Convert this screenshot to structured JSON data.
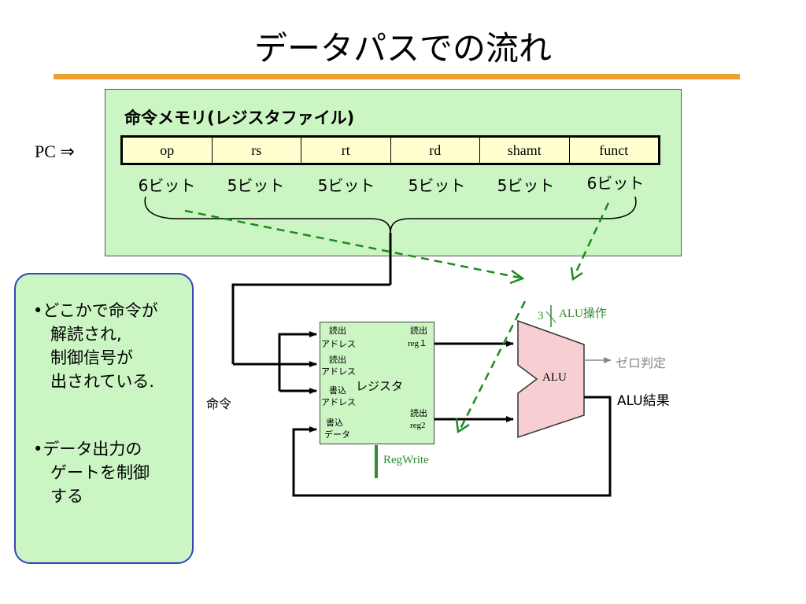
{
  "title": "データパスでの流れ",
  "memory": {
    "title": "命令メモリ(レジスタファイル)",
    "pc_label": "PC ⇒",
    "fields": [
      "op",
      "rs",
      "rt",
      "rd",
      "shamt",
      "funct"
    ],
    "bits": [
      "6ビット",
      "5ビット",
      "5ビット",
      "5ビット",
      "5ビット",
      "6ビット"
    ]
  },
  "notes": {
    "item1": [
      "•どこかで命令が",
      "解読され,",
      "制御信号が",
      "出されている."
    ],
    "item2": [
      "•データ出力の",
      "ゲートを制御",
      "する"
    ]
  },
  "datapath": {
    "instr_label": "命令",
    "register": {
      "read_addr1": [
        "読出",
        "アドレス"
      ],
      "read_addr2": [
        "読出",
        "アドレス"
      ],
      "write_addr": [
        "書込",
        "アドレス"
      ],
      "write_data": [
        "書込",
        "データ"
      ],
      "center_label": "レジスタ",
      "read_data1": [
        "読出",
        "reg１"
      ],
      "read_data2": [
        "読出",
        "reg2"
      ]
    },
    "regwrite_label": "RegWrite",
    "alu_label": "ALU",
    "alu_op_bits": "3",
    "alu_op_label": "ALU操作",
    "zero_label": "ゼロ判定",
    "alu_result_label": "ALU結果"
  },
  "colors": {
    "title_bar": "#f0a030",
    "panel_green": "#ccf5c4",
    "table_yellow": "#ffffd0",
    "alu_pink": "#f7cfd3",
    "control_green": "#2e8b2e",
    "note_border": "#3344bb"
  }
}
